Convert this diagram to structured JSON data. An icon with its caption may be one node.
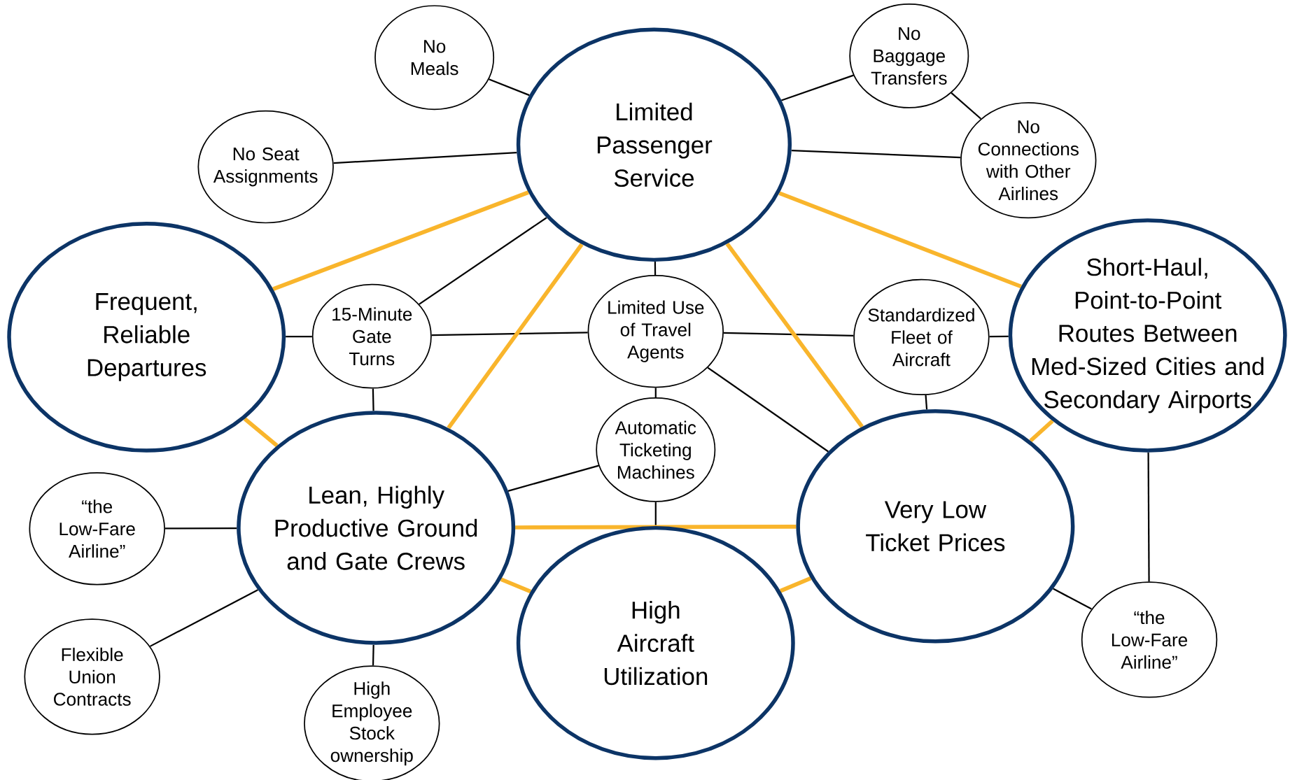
{
  "diagram": {
    "nodes": [
      {
        "text": [
          "Limited Passenger Service"
        ]
      },
      {
        "text": [
          "No Meals"
        ]
      },
      {
        "text": [
          "No Baggage Transfers"
        ]
      },
      {
        "text": [
          "No Seat Assignments"
        ]
      },
      {
        "text": [
          "No Connections with Other Airlines"
        ]
      },
      {
        "text": [
          "Frequent, Reliable Departures"
        ]
      },
      {
        "text": [
          "15-Minute Gate Turns"
        ]
      },
      {
        "text": [
          "Limited Use of Travel Agents"
        ]
      },
      {
        "text": [
          "Standardized Fleet of Aircraft"
        ]
      },
      {
        "text": [
          "Short-Haul, Point-to-Point Routes Between Med-Sized Cities and Secondary Airports"
        ]
      },
      {
        "text": [
          "Automatic Ticketing Machines"
        ]
      },
      {
        "text": [
          "Lean, Highly Productive Ground and Gate Crews"
        ]
      },
      {
        "text": [
          "Very Low Ticket Prices"
        ]
      },
      {
        "text": [
          "“the Low-Fare Airline”"
        ]
      },
      {
        "text": [
          "Flexible Union Contracts"
        ]
      },
      {
        "text": [
          "High Aircraft Utilization"
        ]
      },
      {
        "text": [
          "High Employee Stock ownership"
        ]
      },
      {
        "text": [
          "“the Low-Fare Airline”"
        ]
      }
    ],
    "edges": [
      {
        "from": 1,
        "to": 0,
        "arrow": "none"
      },
      {
        "from": 2,
        "to": 0,
        "arrow": "none"
      },
      {
        "from": 2,
        "to": 4,
        "arrow": "none"
      },
      {
        "from": 3,
        "to": 0,
        "arrow": "none"
      },
      {
        "from": 4,
        "to": 0,
        "arrow": "none"
      },
      {
        "from": 6,
        "to": 0,
        "arrow": "none"
      },
      {
        "from": 5,
        "to": 6,
        "arrow": "none"
      },
      {
        "from": 6,
        "to": 7,
        "arrow": "none"
      },
      {
        "from": 6,
        "to": 11,
        "arrow": "none"
      },
      {
        "from": 7,
        "to": 0,
        "arrow": "none"
      },
      {
        "from": 7,
        "to": 8,
        "arrow": "none"
      },
      {
        "from": 7,
        "to": 12,
        "arrow": "none"
      },
      {
        "from": 7,
        "to": 10,
        "arrow": "none"
      },
      {
        "from": 8,
        "to": 9,
        "arrow": "none"
      },
      {
        "from": 8,
        "to": 12,
        "arrow": "none"
      },
      {
        "from": 10,
        "to": 11,
        "arrow": "none"
      },
      {
        "from": 10,
        "to": 15,
        "arrow": "none"
      },
      {
        "from": 13,
        "to": 11,
        "arrow": "none"
      },
      {
        "from": 14,
        "to": 11,
        "arrow": "none"
      },
      {
        "from": 16,
        "to": 11,
        "arrow": "none"
      },
      {
        "from": 9,
        "to": 17,
        "arrow": "none"
      },
      {
        "from": 12,
        "to": 17,
        "arrow": "none"
      },
      {
        "from": 0,
        "to": 5,
        "arrow": "none",
        "style": "thick",
        "color": "#f9b52c"
      },
      {
        "from": 0,
        "to": 11,
        "arrow": "none",
        "style": "thick",
        "color": "#f9b52c"
      },
      {
        "from": 0,
        "to": 12,
        "arrow": "none",
        "style": "thick",
        "color": "#f9b52c"
      },
      {
        "from": 0,
        "to": 9,
        "arrow": "none",
        "style": "thick",
        "color": "#f9b52c"
      },
      {
        "from": 5,
        "to": 11,
        "arrow": "none",
        "style": "thick",
        "color": "#f9b52c"
      },
      {
        "from": 11,
        "to": 12,
        "arrow": "none",
        "style": "thick",
        "color": "#f9b52c"
      },
      {
        "from": 11,
        "to": 15,
        "arrow": "none",
        "style": "thick",
        "color": "#f9b52c"
      },
      {
        "from": 15,
        "to": 12,
        "arrow": "none",
        "style": "thick",
        "color": "#f9b52c"
      },
      {
        "from": 12,
        "to": 9,
        "arrow": "none",
        "style": "thick",
        "color": "#f9b52c"
      }
    ]
  }
}
